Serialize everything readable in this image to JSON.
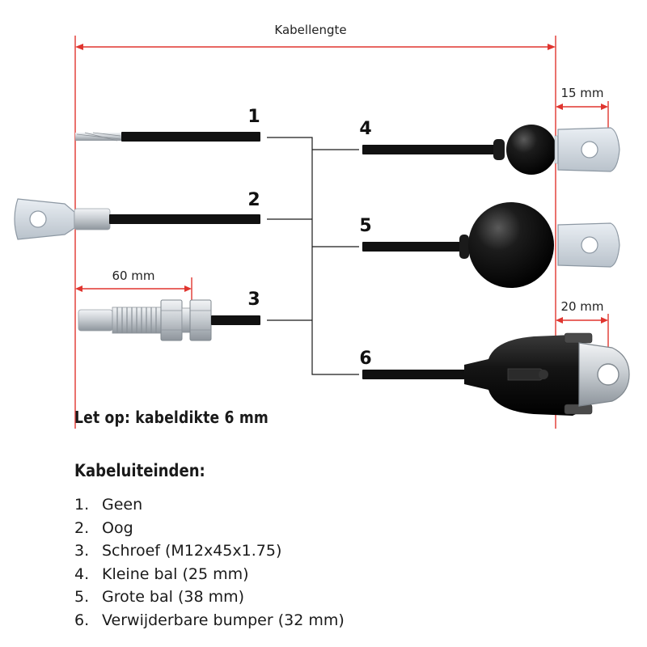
{
  "dimensions": {
    "cable_length": "Kabellengte",
    "width_15": "15 mm",
    "width_60": "60 mm",
    "width_20": "20 mm"
  },
  "cable_numbers": [
    "1",
    "2",
    "3",
    "4",
    "5",
    "6"
  ],
  "note": "Let op: kabeldikte 6 mm",
  "legend": {
    "title": "Kabeluiteinden:",
    "items": [
      {
        "num": "1.",
        "label": "Geen"
      },
      {
        "num": "2.",
        "label": "Oog"
      },
      {
        "num": "3.",
        "label": "Schroef (M12x45x1.75)"
      },
      {
        "num": "4.",
        "label": "Kleine bal (25 mm)"
      },
      {
        "num": "5.",
        "label": "Grote bal (38 mm)"
      },
      {
        "num": "6.",
        "label": "Verwijderbare bumper (32 mm)"
      }
    ]
  },
  "colors": {
    "dimension_line": "#e0352f",
    "cable": "#111111",
    "connector_line": "#1a1a1a"
  }
}
